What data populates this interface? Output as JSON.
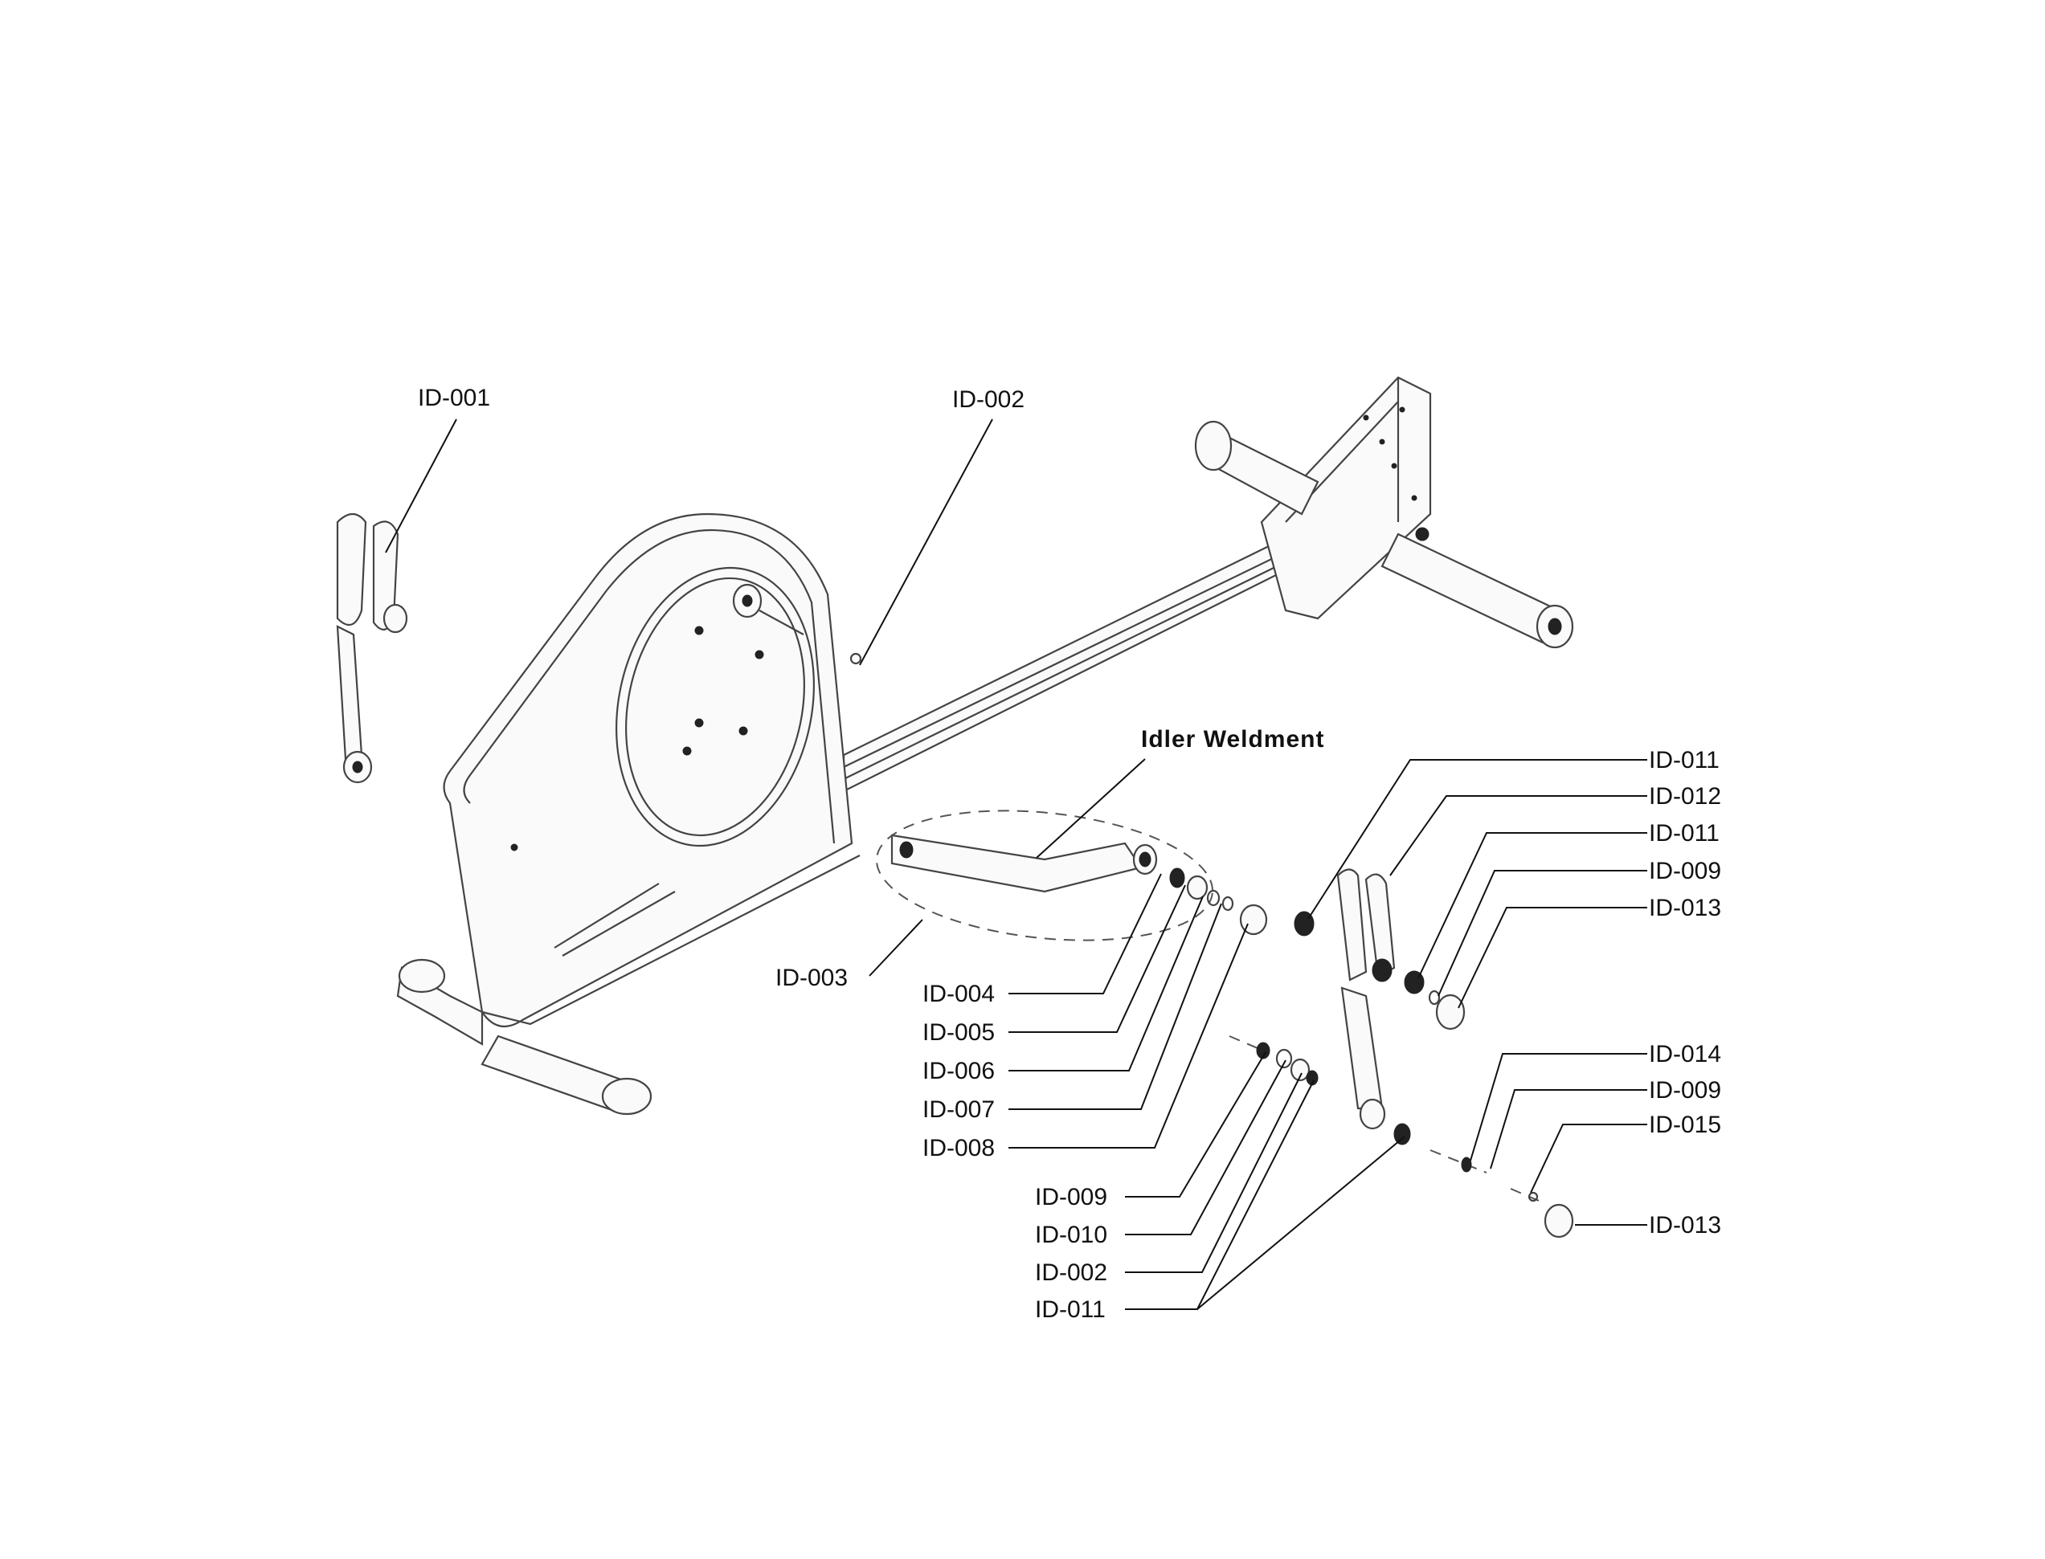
{
  "diagram": {
    "group_label": "Idler Weldment",
    "callouts": {
      "id001": "ID-001",
      "id002_top": "ID-002",
      "id003": "ID-003",
      "id004": "ID-004",
      "id005": "ID-005",
      "id006": "ID-006",
      "id007": "ID-007",
      "id008": "ID-008",
      "id009_left": "ID-009",
      "id010": "ID-010",
      "id002_low": "ID-002",
      "id011_low": "ID-011",
      "id011_r1": "ID-011",
      "id012": "ID-012",
      "id011_r2": "ID-011",
      "id009_r1": "ID-009",
      "id013_r1": "ID-013",
      "id014": "ID-014",
      "id009_r2": "ID-009",
      "id015": "ID-015",
      "id013_r2": "ID-013"
    }
  }
}
